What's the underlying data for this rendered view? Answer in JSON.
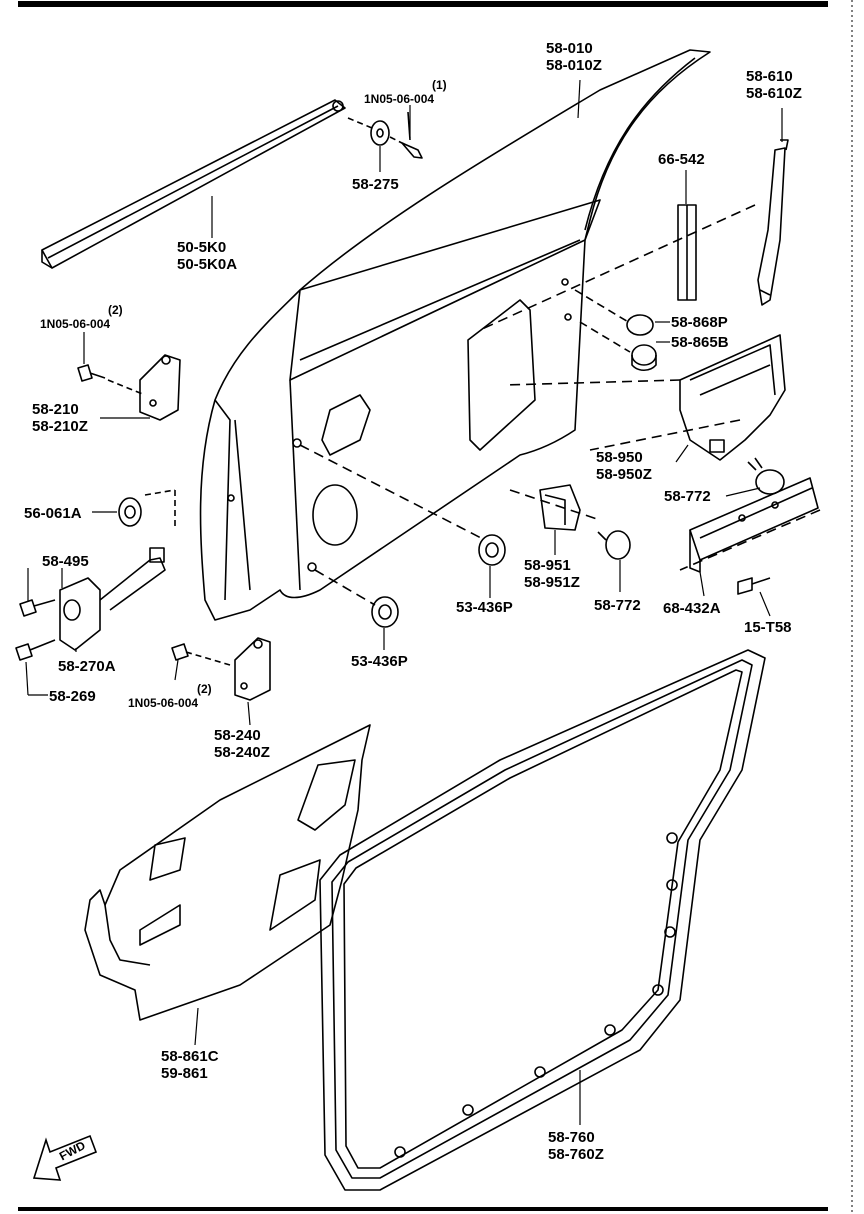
{
  "labels": {
    "p58010": [
      "58-010",
      "58-010Z"
    ],
    "p58610": [
      "58-610",
      "58-610Z"
    ],
    "p1n05_top": {
      "qty": "(1)",
      "code": "1N05-06-004"
    },
    "p58275": "58-275",
    "p66542": "66-542",
    "p505k0": [
      "50-5K0",
      "50-5K0A"
    ],
    "p1n05_left": {
      "qty": "(2)",
      "code": "1N05-06-004"
    },
    "p58868": "58-868P",
    "p58865": "58-865B",
    "p58210": [
      "58-210",
      "58-210Z"
    ],
    "p58950": [
      "58-950",
      "58-950Z"
    ],
    "p58772a": "58-772",
    "p56061": "56-061A",
    "p58495": "58-495",
    "p58951": [
      "58-951",
      "58-951Z"
    ],
    "p53436a": "53-436P",
    "p58772b": "58-772",
    "p68432": "68-432A",
    "p15t58": "15-T58",
    "p58270": "58-270A",
    "p53436b": "53-436P",
    "p58269": "58-269",
    "p1n05_bottom": {
      "qty": "(2)",
      "code": "1N05-06-004"
    },
    "p58240": [
      "58-240",
      "58-240Z"
    ],
    "p58861": [
      "58-861C",
      "59-861"
    ],
    "p58760": [
      "58-760",
      "58-760Z"
    ]
  },
  "fwd_arrow": "FWD"
}
